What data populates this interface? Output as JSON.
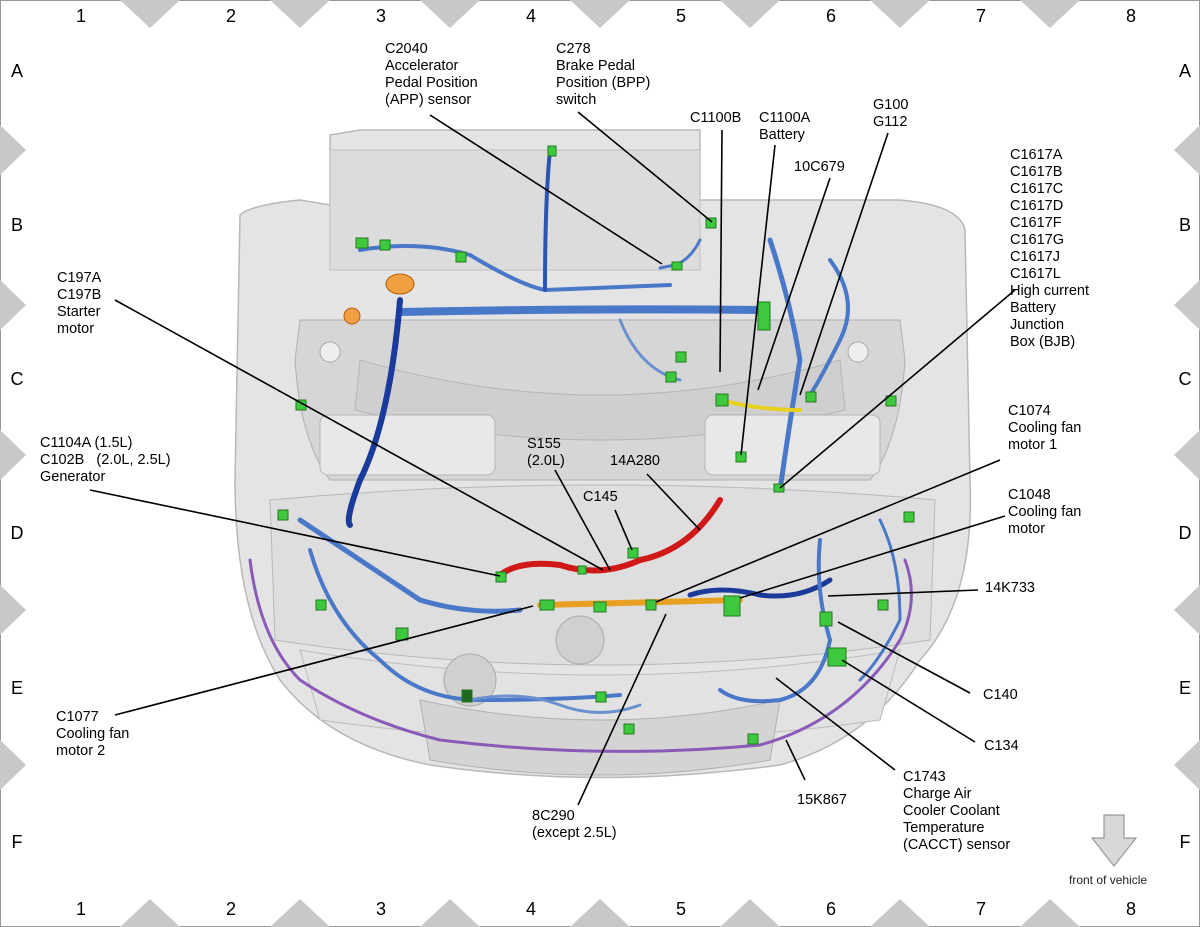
{
  "grid": {
    "columns": [
      "1",
      "2",
      "3",
      "4",
      "5",
      "6",
      "7",
      "8"
    ],
    "rows": [
      "A",
      "B",
      "C",
      "D",
      "E",
      "F"
    ]
  },
  "labels": {
    "c2040": "C2040\nAccelerator\nPedal Position\n(APP) sensor",
    "c278": "C278\nBrake Pedal\nPosition (BPP)\nswitch",
    "c1100b": "C1100B",
    "c1100a": "C1100A\nBattery",
    "g100": "G100\nG112",
    "c10c679": "10C679",
    "c1617": "C1617A\nC1617B\nC1617C\nC1617D\nC1617F\nC1617G\nC1617J\nC1617L\nHigh current\nBattery\nJunction\nBox (BJB)",
    "c197": "C197A\nC197B\nStarter\nmotor",
    "c1104": "C1104A (1.5L)\nC102B   (2.0L, 2.5L)\nGenerator",
    "s155": "S155\n(2.0L)",
    "c14a280": "14A280",
    "c145": "C145",
    "c1074": "C1074\nCooling fan\nmotor 1",
    "c1048": "C1048\nCooling fan\nmotor",
    "c14k733": "14K733",
    "c140": "C140",
    "c134": "C134",
    "c1743": "C1743\nCharge Air\nCooler Coolant\nTemperature\n(CACCT) sensor",
    "c15k867": "15K867",
    "c8c290": "8C290\n(except 2.5L)",
    "c1077": "C1077\nCooling fan\nmotor 2"
  },
  "front_of_vehicle": "front of vehicle",
  "colors": {
    "harness_blue": "#4a78c8",
    "harness_dark_blue": "#1a3a9c",
    "harness_red": "#d01818",
    "harness_orange": "#e8a020",
    "harness_purple": "#8a5ab8",
    "connector_green": "#3ec83e",
    "body_gray": "#d8d8d8",
    "grid_triangle": "#c8c8c8"
  }
}
